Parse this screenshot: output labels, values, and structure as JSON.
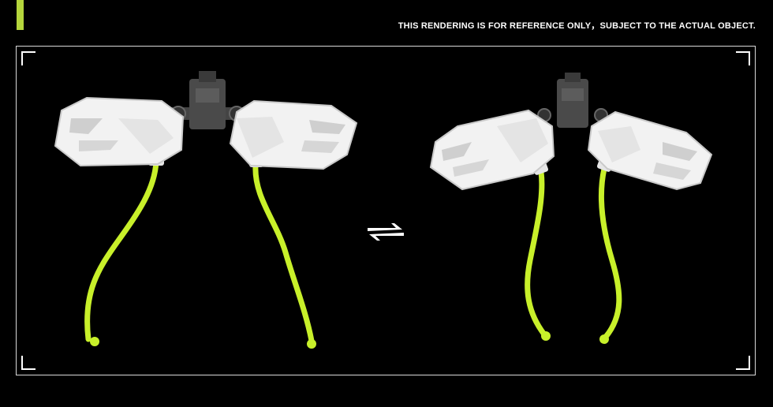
{
  "header": {
    "disclaimer": "THIS RENDERING IS FOR REFERENCE ONLY，SUBJECT TO THE ACTUAL OBJECT."
  },
  "colors": {
    "background": "#000000",
    "accent": "#b5d63c",
    "cable": "#c8f02a",
    "shell": "#f2f2f2",
    "shell_shadow": "#c9c9c9",
    "mechanism": "#4a4a4a",
    "frame": "#d9d9d9"
  },
  "icons": {
    "transform": "swap-arrows-icon"
  },
  "figures": [
    {
      "state": "spread"
    },
    {
      "state": "folded"
    }
  ]
}
